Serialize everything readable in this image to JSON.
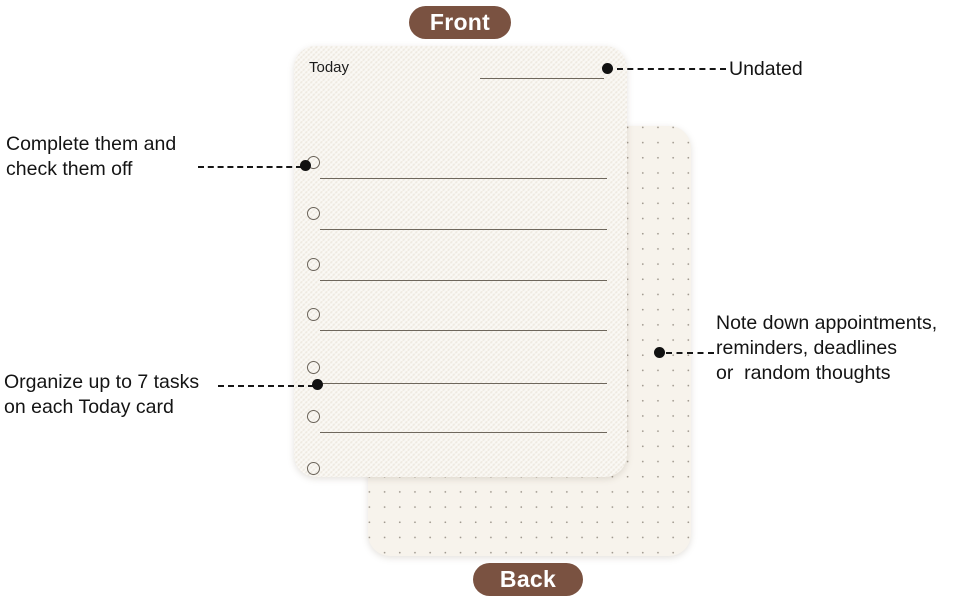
{
  "badges": {
    "front": "Front",
    "back": "Back"
  },
  "front_card": {
    "title": "Today",
    "date_line_placeholder": "",
    "task_count": 7,
    "tasks": [
      {
        "label": "",
        "checked": false
      },
      {
        "label": "",
        "checked": false
      },
      {
        "label": "",
        "checked": false
      },
      {
        "label": "",
        "checked": false
      },
      {
        "label": "",
        "checked": false
      },
      {
        "label": "",
        "checked": false
      },
      {
        "label": "",
        "checked": false
      }
    ]
  },
  "back_card": {
    "pattern": "dot-grid"
  },
  "annotations": [
    {
      "id": "complete",
      "lines": [
        "Complete them and",
        "check them off"
      ],
      "side": "left"
    },
    {
      "id": "organize",
      "lines": [
        "Organize up to 7 tasks",
        "on each Today card"
      ],
      "side": "left"
    },
    {
      "id": "undated",
      "lines": [
        "Undated"
      ],
      "side": "right"
    },
    {
      "id": "note",
      "lines": [
        "Note down appointments,",
        "reminders, deadlines",
        "or  random thoughts"
      ],
      "side": "right"
    }
  ],
  "text": {
    "anno_complete": "Complete them and\ncheck them off",
    "anno_organize": "Organize up to 7 tasks\non each Today card",
    "anno_undated": "Undated",
    "anno_note": "Note down appointments,\nreminders, deadlines\nor  random thoughts"
  },
  "colors": {
    "badge_background": "#7a5241",
    "badge_text": "#ffffff",
    "card_paper": "#f6f2eb",
    "card_back_paper": "#f7f3ec",
    "rule_line": "#6e675c",
    "leader_line": "#161616",
    "page_background": "#ffffff"
  }
}
